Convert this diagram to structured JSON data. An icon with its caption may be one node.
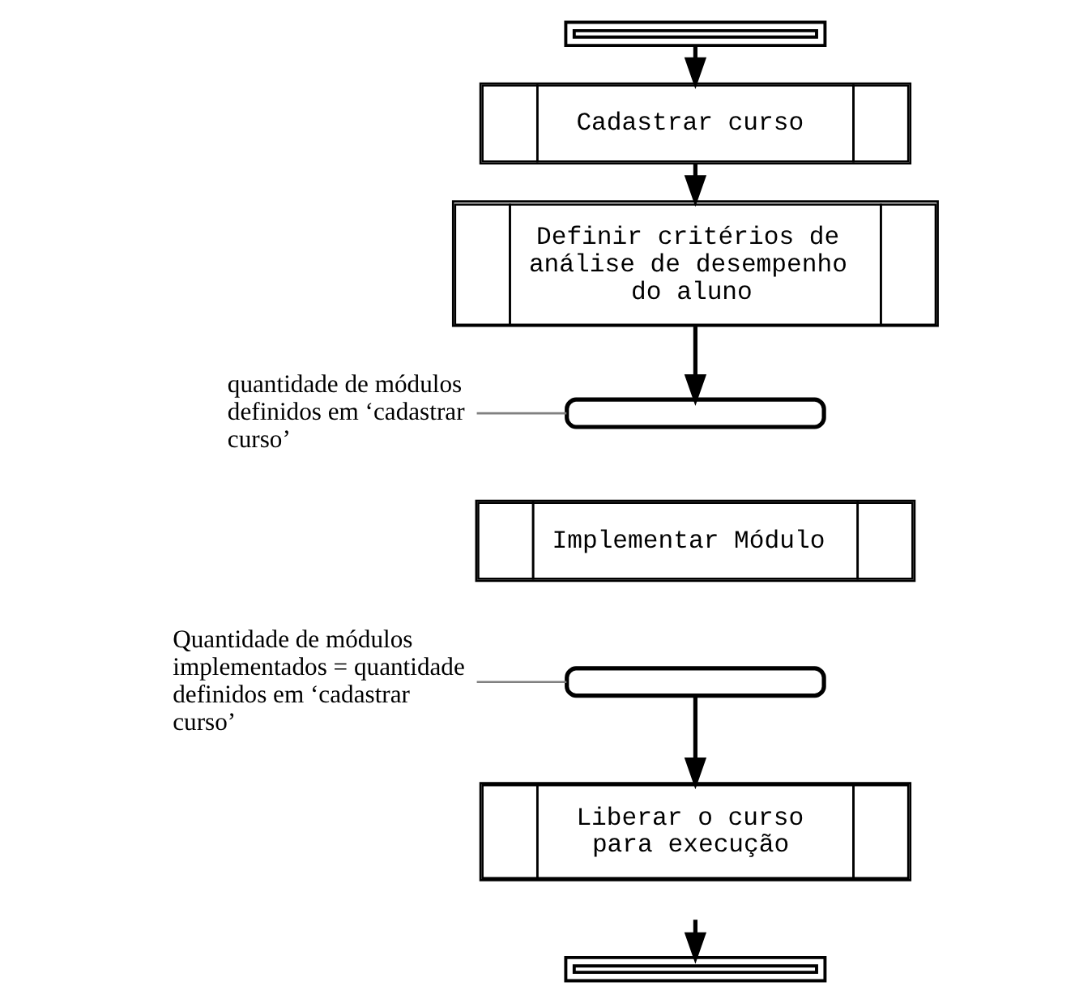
{
  "diagram": {
    "nodes": [
      {
        "text": [],
        "shape": "bar"
      },
      {
        "text": [
          "Cadastrar curso"
        ]
      },
      {
        "text": [
          "Definir critérios de análise de desempenho do aluno"
        ]
      },
      {
        "text": [
          "quantidade de módulos definidos em ‘cadastrar curso’"
        ]
      },
      {
        "text": [],
        "shape": "box"
      },
      {
        "text": [
          "Implementar Módulo"
        ]
      },
      {
        "text": [],
        "shape": "box"
      },
      {
        "text": [
          "Quantidade de módulos implementados = quantidade definidos em ‘cadastrar curso’"
        ]
      },
      {
        "text": [
          "Liberar o curso para execução"
        ]
      },
      {
        "text": [],
        "shape": "bar"
      }
    ],
    "edges": [
      {
        "from": 0,
        "to": 1,
        "arrow": "to"
      },
      {
        "from": 1,
        "to": 2,
        "arrow": "to"
      },
      {
        "from": 2,
        "to": 4,
        "arrow": "to"
      },
      {
        "from": 3,
        "to": 4,
        "arrow": "none",
        "color": "#808080"
      },
      {
        "from": 7,
        "to": 6,
        "arrow": "none",
        "color": "#808080"
      },
      {
        "from": 6,
        "to": 8,
        "arrow": "to"
      },
      {
        "from": null,
        "to": 9,
        "arrow": "to"
      }
    ]
  }
}
